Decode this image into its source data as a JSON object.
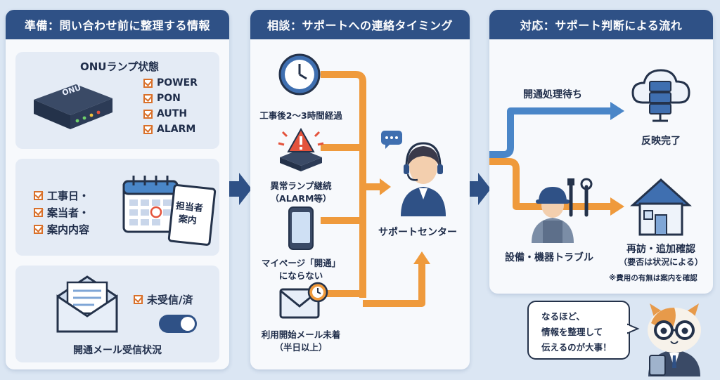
{
  "panel1": {
    "title": "準備：問い合わせ前に整理する情報",
    "onu": {
      "title": "ONUランプ状態",
      "device_label": "ONU",
      "lamps": [
        "POWER",
        "PON",
        "AUTH",
        "ALARM"
      ]
    },
    "schedule": {
      "items": [
        "工事日・",
        "案当者・",
        "案内内容"
      ],
      "note_line1": "担当者",
      "note_line2": "案内"
    },
    "mail": {
      "check_label": "未受信/済",
      "caption": "開通メール受信状況"
    }
  },
  "panel2": {
    "title": "相談：サポートへの連絡タイミング",
    "triggers": [
      {
        "line1": "工事後2〜3時間経過",
        "line2": ""
      },
      {
        "line1": "異常ランプ継続",
        "line2": "（ALARM等）"
      },
      {
        "line1": "マイページ「開通」",
        "line2": "にならない"
      },
      {
        "line1": "利用開始メール未着",
        "line2": "（半日以上）"
      }
    ],
    "center_label": "サポートセンター"
  },
  "panel3": {
    "title": "対応：サポート判断による流れ",
    "upper_path_label": "開通処理待ち",
    "upper_result": "反映完了",
    "lower_path_label": "設備・機器トラブル",
    "lower_result_line1": "再訪・追加確認",
    "lower_result_line2": "（要否は状況による）",
    "note": "※費用の有無は案内を確認"
  },
  "mascot": {
    "bubble_line1": "なるほど、",
    "bubble_line2": "情報を整理して",
    "bubble_line3": "伝えるのが大事！"
  },
  "colors": {
    "header": "#2f5186",
    "orange": "#ef9a3c",
    "blue_arrow": "#4a86c8",
    "check": "#d9702a"
  }
}
